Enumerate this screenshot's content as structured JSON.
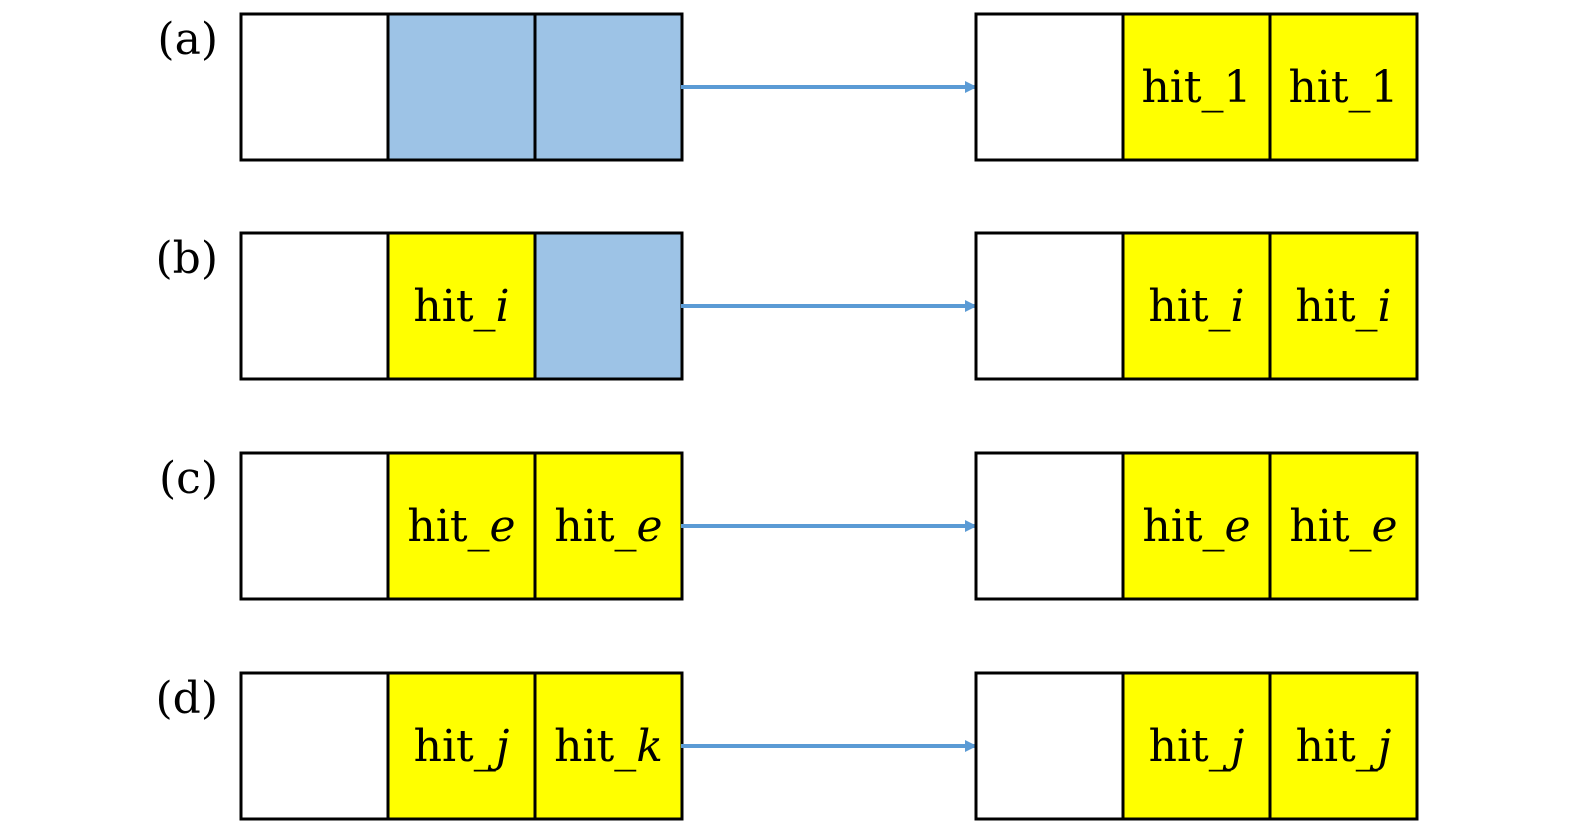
{
  "colors": {
    "empty": "#ffffff",
    "blue": "#9dc3e6",
    "yellow": "#ffff00",
    "border": "#000000",
    "arrow": "#5b9bd5"
  },
  "rows": [
    {
      "label": "(a)",
      "before": [
        {
          "fill": "empty",
          "prefix": "",
          "var": ""
        },
        {
          "fill": "blue",
          "prefix": "",
          "var": ""
        },
        {
          "fill": "blue",
          "prefix": "",
          "var": ""
        }
      ],
      "after": [
        {
          "fill": "empty",
          "prefix": "",
          "var": ""
        },
        {
          "fill": "yellow",
          "prefix": "hit_1",
          "var": ""
        },
        {
          "fill": "yellow",
          "prefix": "hit_1",
          "var": ""
        }
      ]
    },
    {
      "label": "(b)",
      "before": [
        {
          "fill": "empty",
          "prefix": "",
          "var": ""
        },
        {
          "fill": "yellow",
          "prefix": "hit_",
          "var": "i"
        },
        {
          "fill": "blue",
          "prefix": "",
          "var": ""
        }
      ],
      "after": [
        {
          "fill": "empty",
          "prefix": "",
          "var": ""
        },
        {
          "fill": "yellow",
          "prefix": "hit_",
          "var": "i"
        },
        {
          "fill": "yellow",
          "prefix": "hit_",
          "var": "i"
        }
      ]
    },
    {
      "label": "(c)",
      "before": [
        {
          "fill": "empty",
          "prefix": "",
          "var": ""
        },
        {
          "fill": "yellow",
          "prefix": "hit_",
          "var": "e"
        },
        {
          "fill": "yellow",
          "prefix": "hit_",
          "var": "e"
        }
      ],
      "after": [
        {
          "fill": "empty",
          "prefix": "",
          "var": ""
        },
        {
          "fill": "yellow",
          "prefix": "hit_",
          "var": "e"
        },
        {
          "fill": "yellow",
          "prefix": "hit_",
          "var": "e"
        }
      ]
    },
    {
      "label": "(d)",
      "before": [
        {
          "fill": "empty",
          "prefix": "",
          "var": ""
        },
        {
          "fill": "yellow",
          "prefix": "hit_",
          "var": "j"
        },
        {
          "fill": "yellow",
          "prefix": "hit_",
          "var": "k"
        }
      ],
      "after": [
        {
          "fill": "empty",
          "prefix": "",
          "var": ""
        },
        {
          "fill": "yellow",
          "prefix": "hit_",
          "var": "j"
        },
        {
          "fill": "yellow",
          "prefix": "hit_",
          "var": "j"
        }
      ]
    }
  ]
}
